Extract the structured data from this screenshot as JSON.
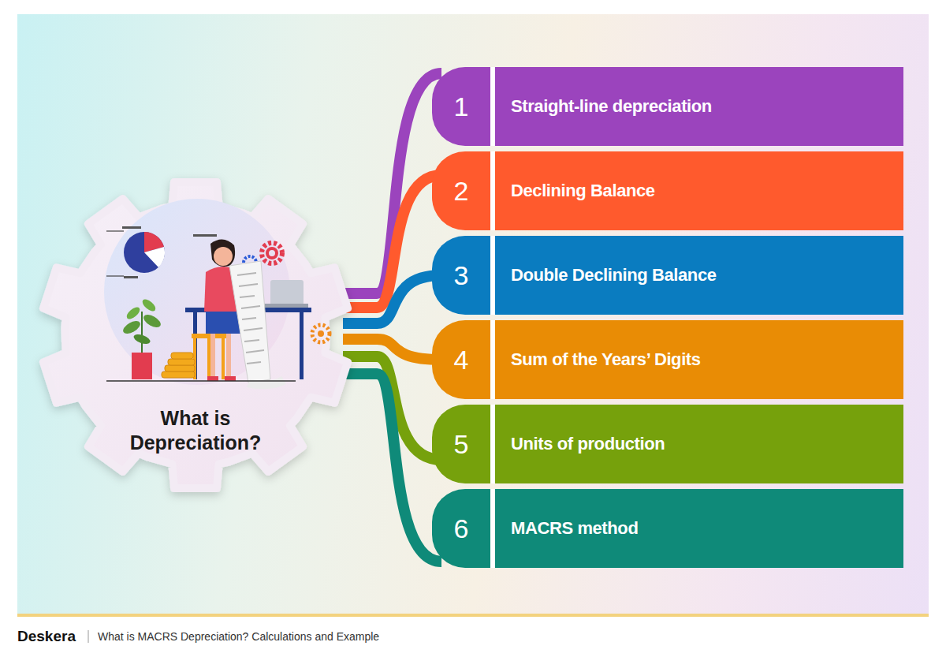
{
  "diagram": {
    "nodes": [
      {
        "text": [
          "What is Depreciation?"
        ]
      },
      {
        "text": [
          "1",
          "Straight-line depreciation"
        ]
      },
      {
        "text": [
          "2",
          "Declining Balance"
        ]
      },
      {
        "text": [
          "3",
          "Double Declining Balance"
        ]
      },
      {
        "text": [
          "4",
          "Sum of the Years’ Digits"
        ]
      },
      {
        "text": [
          "5",
          "Units of production"
        ]
      },
      {
        "text": [
          "6",
          "MACRS method"
        ]
      }
    ],
    "edges": [
      {
        "from": 0,
        "to": 1,
        "arrow": "none"
      },
      {
        "from": 0,
        "to": 2,
        "arrow": "none"
      },
      {
        "from": 0,
        "to": 3,
        "arrow": "none"
      },
      {
        "from": 0,
        "to": 4,
        "arrow": "none"
      },
      {
        "from": 0,
        "to": 5,
        "arrow": "none"
      },
      {
        "from": 0,
        "to": 6,
        "arrow": "none"
      }
    ],
    "labels": [
      "Deskera",
      "What is MACRS Depreciation? Calculations and Example"
    ]
  }
}
